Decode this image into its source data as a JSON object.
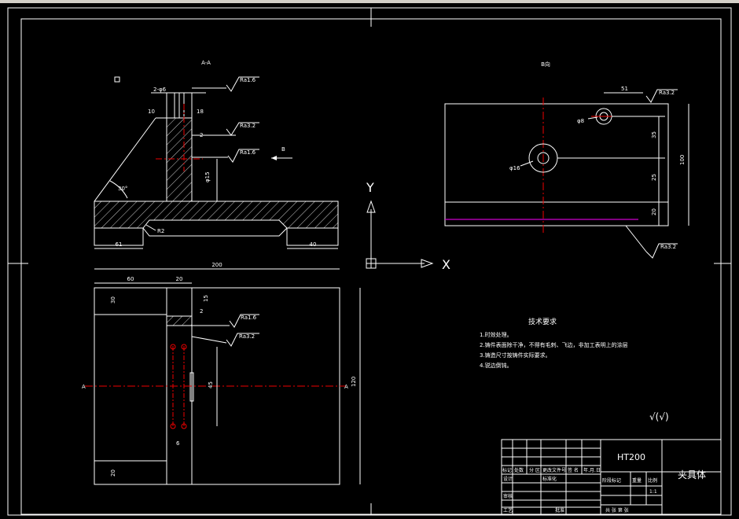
{
  "views": {
    "section_aa": "A-A",
    "view_b": "B向",
    "arrow_b": "B"
  },
  "tech_req": {
    "title": "技术要求",
    "items": [
      "1.时效处理。",
      "2.铸件表面除干净，不得有毛刺、飞边，非加工表明上的涂层",
      "3.铸造尺寸按铸件实际要求。",
      "4.锐边倒钝。"
    ]
  },
  "roughness": {
    "ra16": "Ra1.6",
    "ra32": "Ra3.2",
    "other": "√(√)"
  },
  "axes": {
    "x": "X",
    "y": "Y"
  },
  "dims": {
    "d120": "120",
    "d100": "100",
    "d40": "40",
    "d200": "200",
    "d61": "61",
    "d45": "45",
    "d60": "60",
    "d20": "20",
    "d30": "30",
    "d35": "35",
    "d15": "15",
    "d18": "18",
    "d10": "10",
    "d2": "2",
    "d6": "6",
    "d25": "25",
    "d51": "51",
    "ang": "30°",
    "phi16": "φ16",
    "phi8": "φ8",
    "r2": "R2",
    "hole2": "2-φ6",
    "hole_depth": "φ15"
  },
  "title_block": {
    "material": "HT200",
    "part_name": "夹具体",
    "scale": "1:1",
    "row_labels": [
      "标记",
      "处数",
      "分 区",
      "更改文件号",
      "签 名",
      "年.月.日"
    ],
    "design": "设计",
    "standard": "标准化",
    "stage": "阶段标记",
    "weight": "重量",
    "ratio": "比例",
    "review": "审核",
    "process": "工艺",
    "approve": "批准",
    "sheets": "共  张  第  张"
  }
}
